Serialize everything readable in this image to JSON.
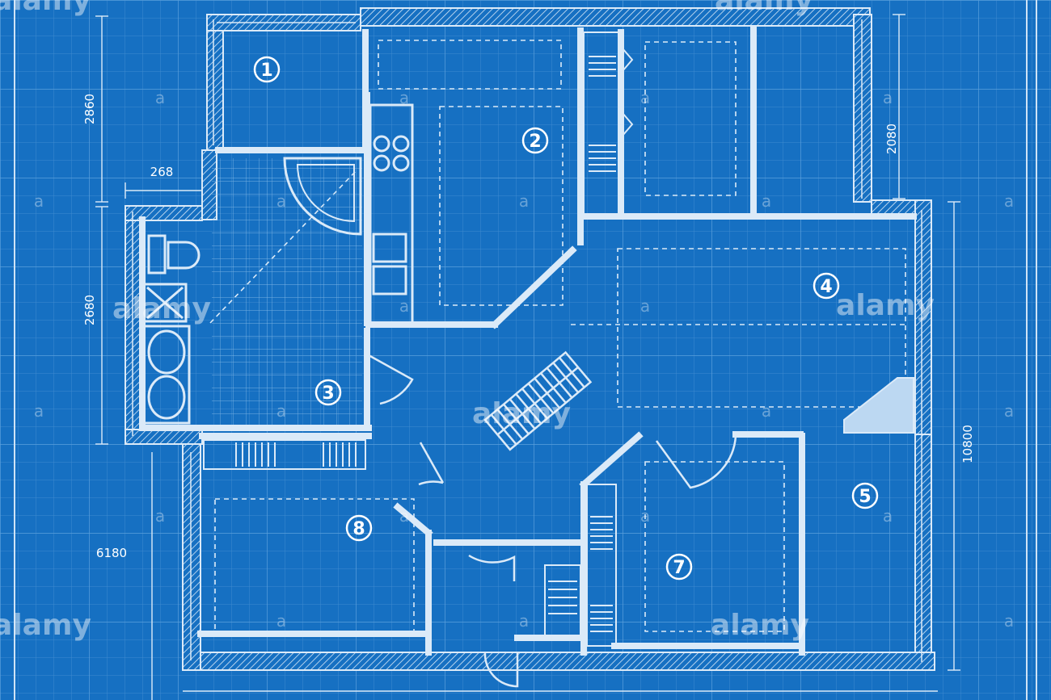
{
  "colors": {
    "background": "#1670c2",
    "line": "#dbeaf8",
    "grid": "#4d93d2"
  },
  "rooms": [
    {
      "id": "1",
      "label": "1"
    },
    {
      "id": "2",
      "label": "2"
    },
    {
      "id": "3",
      "label": "3"
    },
    {
      "id": "4",
      "label": "4"
    },
    {
      "id": "5",
      "label": "5"
    },
    {
      "id": "7",
      "label": "7"
    },
    {
      "id": "8",
      "label": "8"
    }
  ],
  "dimensions": {
    "left_top": "2860",
    "left_mid": "2680",
    "left_bottom": "6180",
    "horizontal_top": "268",
    "right_top": "2080",
    "right_bottom": "10800"
  },
  "watermark": {
    "brand": "alamy",
    "mark": "a"
  }
}
